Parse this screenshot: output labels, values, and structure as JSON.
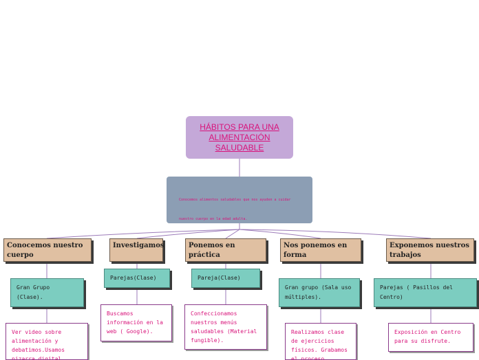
{
  "root": {
    "title": "HÁBITOS PARA UNA ALIMENTACIÓN SALUDABLE"
  },
  "description": {
    "line1": "Conocemos alimentos saludables que nos ayuden a cuidar",
    "line2": "nuestro cuerpo en la edad adulta."
  },
  "branches": [
    {
      "title": "Conocemos nuestro cuerpo",
      "sub": "Gran Grupo (Clase).",
      "leaf": "Ver video sobre alimentación y debatimos.Usamos pizarra digital."
    },
    {
      "title": "Investigamos",
      "sub": "Parejas(Clase)",
      "leaf": "Buscamos información en la web ( Google)."
    },
    {
      "title": "Ponemos en práctica",
      "sub": "Pareja(Clase)",
      "leaf": "Confeccionamos nuestros menús saludables (Material fungible)."
    },
    {
      "title": "Nos ponemos en forma",
      "sub": "Gran grupo (Sala uso múltiples).",
      "leaf": "Realizamos clase de ejercicios físicos. Grabamos el proceso (cámara)."
    },
    {
      "title": "Exponemos nuestros trabajos",
      "sub": "Parejas ( Pasillos del Centro)",
      "leaf": "Exposición en Centro para su disfrute."
    }
  ]
}
